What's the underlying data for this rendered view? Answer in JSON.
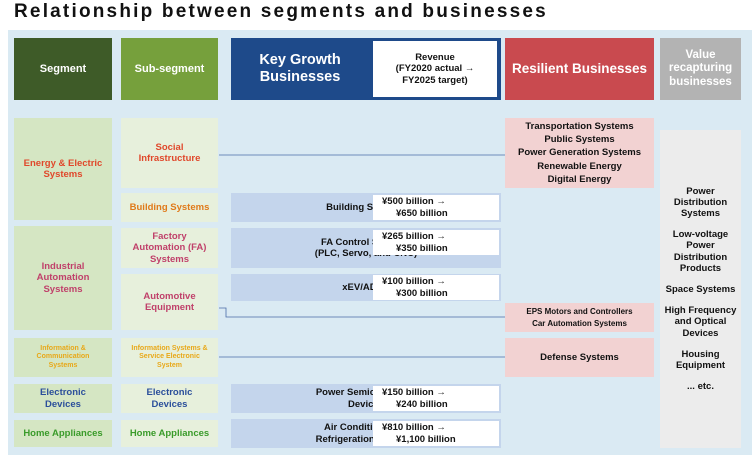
{
  "title": "Relationship between segments and businesses",
  "headers": {
    "segment": "Segment",
    "sub_segment": "Sub-segment",
    "key_growth": "Key Growth Businesses",
    "revenue_line1": "Revenue",
    "revenue_line2": "(FY2020 actual →",
    "revenue_line3": "FY2025 target)",
    "resilient": "Resilient Businesses",
    "value_recapturing": "Value recapturing businesses"
  },
  "segments": [
    {
      "label": "Energy & Electric Systems"
    },
    {
      "label": "Industrial Automation Systems"
    },
    {
      "label": "Information & Communication Systems"
    },
    {
      "label": "Electronic Devices"
    },
    {
      "label": "Home Appliances"
    }
  ],
  "sub_segments": [
    {
      "label": "Social Infrastructure"
    },
    {
      "label": "Building Systems"
    },
    {
      "label": "Factory Automation (FA) Systems"
    },
    {
      "label": "Automotive Equipment"
    },
    {
      "label": "Information Systems & Service Electronic System"
    },
    {
      "label": "Electronic Devices"
    },
    {
      "label": "Home Appliances"
    }
  ],
  "key_growth": [
    {
      "label": "Building Systems",
      "revenue_from": "¥500 billion →",
      "revenue_to": "¥650 billion"
    },
    {
      "label_line1": "FA Control Systems",
      "label_line2": "(PLC, Servo, and CNC)",
      "revenue_from": "¥265 billion →",
      "revenue_to": "¥350 billion"
    },
    {
      "label": "xEV/ADAS",
      "revenue_from": "¥100 billion →",
      "revenue_to": "¥300 billion"
    },
    {
      "label_line1": "Power Semiconductor",
      "label_line2": "Devices",
      "revenue_from": "¥150 billion →",
      "revenue_to": "¥240 billion"
    },
    {
      "label_line1": "Air Conditioning &",
      "label_line2": "Refrigeration Systems",
      "revenue_from": "¥810 billion →",
      "revenue_to": "¥1,100 billion"
    }
  ],
  "resilient": {
    "infrastructure": [
      "Transportation Systems",
      "Public Systems",
      "Power Generation Systems",
      "Renewable Energy",
      "Digital Energy"
    ],
    "automotive": [
      "EPS Motors and Controllers",
      "Car Automation Systems"
    ],
    "defense": "Defense Systems"
  },
  "value_recapturing": [
    "Power Distribution Systems",
    "Low-voltage Power Distribution Products",
    "Space Systems",
    "High Frequency and Optical Devices",
    "Housing Equipment",
    "... etc."
  ],
  "colors": {
    "segment_header": "#3e5b28",
    "sub_segment_header": "#76a03c",
    "key_growth_header": "#1e4a8a",
    "resilient_header": "#c94a4f",
    "value_header": "#b3b3b3",
    "panel": "#daeaf3",
    "connector": "#4a6ca8"
  }
}
